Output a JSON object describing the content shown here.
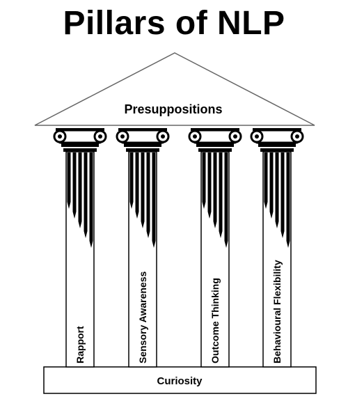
{
  "title": "Pillars of NLP",
  "roof": {
    "label": "Presuppositions"
  },
  "pillars": [
    {
      "label": "Rapport"
    },
    {
      "label": "Sensory Awareness"
    },
    {
      "label": "Outcome Thinking"
    },
    {
      "label": "Behavioural Flexibility"
    }
  ],
  "base": {
    "label": "Curiosity"
  }
}
